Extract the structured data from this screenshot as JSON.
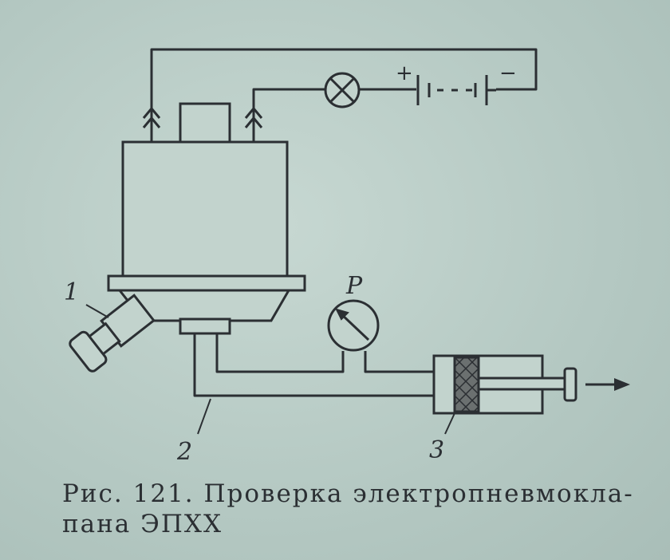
{
  "diagram": {
    "labels": {
      "callout_1": "1",
      "callout_2": "2",
      "callout_3": "3",
      "gauge": "P",
      "battery_plus": "+",
      "battery_minus": "−"
    }
  },
  "caption": {
    "line1": "Рис. 121. Проверка электропневмокла-",
    "line2": "пана ЭПХХ"
  },
  "colors": {
    "ink": "#2b2f33",
    "paper": "#b9ccc6"
  }
}
